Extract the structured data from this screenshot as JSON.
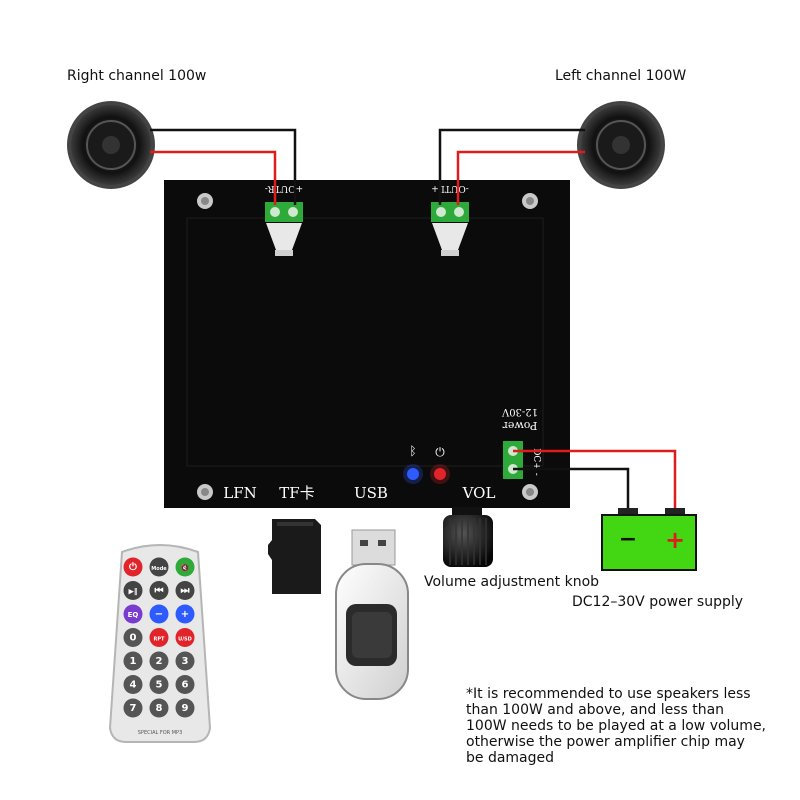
{
  "labels": {
    "right_channel": "Right channel 100w",
    "left_channel": "Left channel 100W",
    "volume_knob": "Volume adjustment knob",
    "power_supply": "DC12–30V power supply"
  },
  "board": {
    "right_out": "+OUTR-",
    "left_out": "-OUTL+",
    "power_label_1": "Power",
    "power_label_2": "12-30V",
    "dc_in": "DC+ -",
    "lfn": "LFN",
    "tf": "TF卡",
    "usb": "USB",
    "vol": "VOL",
    "bluetooth_symbol": "ᛒ",
    "power_symbol": "⏻"
  },
  "battery": {
    "minus": "−",
    "plus": "+"
  },
  "remote": {
    "brand_text": "SPECIAL FOR MP3",
    "rows": [
      [
        "⏻",
        "Mode",
        "🔇"
      ],
      [
        "▶‖",
        "⏮",
        "⏭"
      ],
      [
        "EQ",
        "−",
        "+"
      ],
      [
        "0",
        "RPT",
        "U/SD"
      ],
      [
        "1",
        "2",
        "3"
      ],
      [
        "4",
        "5",
        "6"
      ],
      [
        "7",
        "8",
        "9"
      ]
    ]
  },
  "note_lines": [
    "*It is recommended to use speakers less",
    " than 100W and above, and less than",
    "100W needs to be played at a low volume,",
    " otherwise the power amplifier chip may",
    "be damaged"
  ],
  "colors": {
    "board": "#0b0b0b",
    "wire_red": "#e01b1b",
    "wire_black": "#111111",
    "terminal_green": "#2eaa3a",
    "battery_green": "#43d613",
    "led_blue": "#2e5bff",
    "led_red": "#e0242a"
  }
}
